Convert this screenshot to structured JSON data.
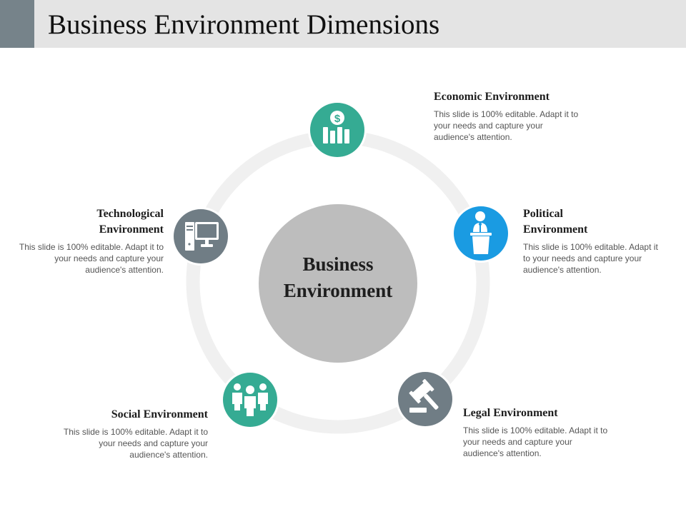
{
  "title": "Business Environment Dimensions",
  "center": {
    "line1": "Business",
    "line2": "Environment"
  },
  "items": [
    {
      "id": "economic",
      "title_lines": [
        "Economic Environment"
      ],
      "desc": "This slide is 100% editable. Adapt it to your needs and capture your audience's attention.",
      "color": "#35ab93",
      "icon": "money-bar-chart-icon"
    },
    {
      "id": "political",
      "title_lines": [
        "Political",
        "Environment"
      ],
      "desc": "This slide is 100% editable. Adapt it to your needs and capture your audience's attention.",
      "color": "#1a9be2",
      "icon": "speaker-podium-icon"
    },
    {
      "id": "legal",
      "title_lines": [
        "Legal Environment"
      ],
      "desc": "This slide is 100% editable. Adapt it to your needs and capture your audience's attention.",
      "color": "#707d85",
      "icon": "gavel-icon"
    },
    {
      "id": "social",
      "title_lines": [
        "Social Environment"
      ],
      "desc": "This slide is 100% editable. Adapt it to your needs and capture your audience's attention.",
      "color": "#35ab93",
      "icon": "people-group-icon"
    },
    {
      "id": "technological",
      "title_lines": [
        "Technological",
        "Environment"
      ],
      "desc": "This slide is 100% editable. Adapt it to your needs and capture your audience's attention.",
      "color": "#707d85",
      "icon": "computer-icon"
    }
  ],
  "colors": {
    "accent_bar": "#76838a",
    "title_bar": "#e4e4e4",
    "ring": "#f0f0f0",
    "center_circle": "#bdbdbd"
  }
}
